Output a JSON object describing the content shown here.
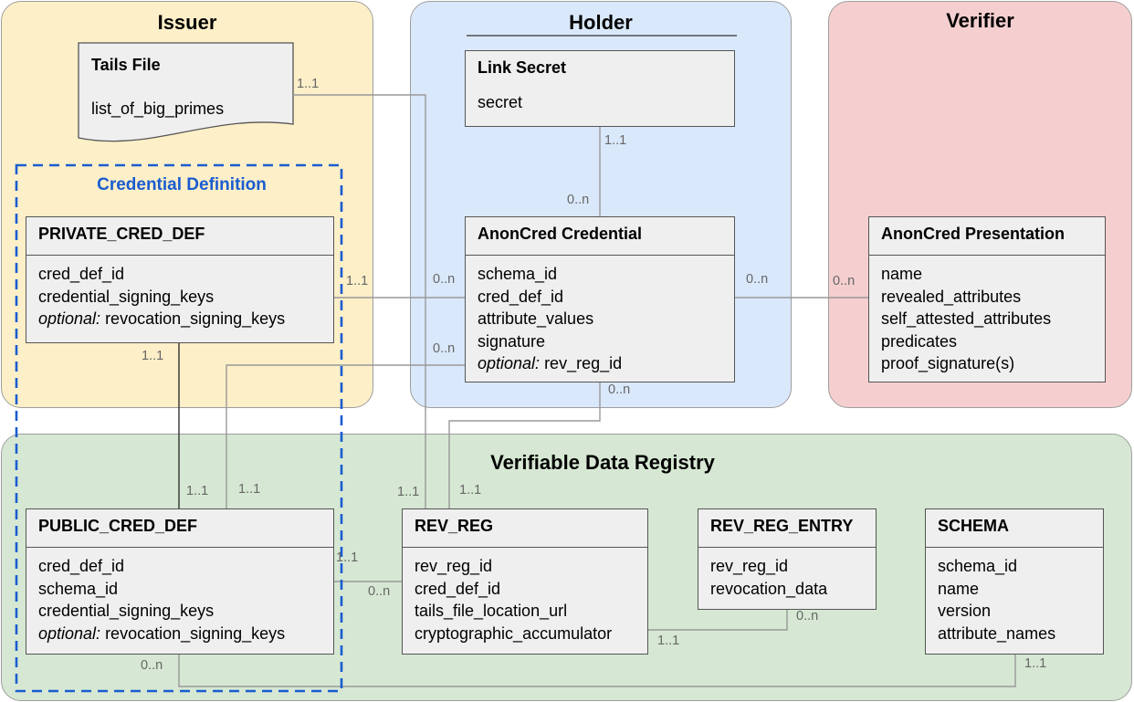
{
  "regions": {
    "issuer": "Issuer",
    "holder": "Holder",
    "verifier": "Verifier",
    "registry": "Verifiable Data Registry",
    "cred_def_group": "Credential Definition"
  },
  "colors": {
    "issuer_bg": "#fdefc8",
    "holder_bg": "#dae8fb",
    "verifier_bg": "#f5cfcf",
    "registry_bg": "#d6e8d3",
    "entity_bg": "#efefef",
    "cred_def_accent": "#1a5cd0"
  },
  "tails_file": {
    "title": "Tails File",
    "field": "list_of_big_primes"
  },
  "link_secret": {
    "title": "Link Secret",
    "fields": [
      "secret"
    ]
  },
  "private_cred_def": {
    "title": "PRIVATE_CRED_DEF",
    "fields": [
      "cred_def_id",
      "credential_signing_keys"
    ],
    "optional_prefix": "optional:",
    "optional_field": " revocation_signing_keys"
  },
  "anoncred_credential": {
    "title": "AnonCred Credential",
    "fields": [
      "schema_id",
      "cred_def_id",
      "attribute_values",
      "signature"
    ],
    "optional_prefix": "optional:",
    "optional_field": " rev_reg_id"
  },
  "anoncred_presentation": {
    "title": "AnonCred Presentation",
    "fields": [
      "name",
      "revealed_attributes",
      "self_attested_attributes",
      "predicates",
      "proof_signature(s)"
    ]
  },
  "public_cred_def": {
    "title": "PUBLIC_CRED_DEF",
    "fields": [
      "cred_def_id",
      "schema_id",
      "credential_signing_keys"
    ],
    "optional_prefix": "optional:",
    "optional_field": " revocation_signing_keys"
  },
  "rev_reg": {
    "title": "REV_REG",
    "fields": [
      "rev_reg_id",
      "cred_def_id",
      "tails_file_location_url",
      "cryptographic_accumulator"
    ]
  },
  "rev_reg_entry": {
    "title": "REV_REG_ENTRY",
    "fields": [
      "rev_reg_id",
      "revocation_data"
    ]
  },
  "schema": {
    "title": "SCHEMA",
    "fields": [
      "schema_id",
      "name",
      "version",
      "attribute_names"
    ]
  },
  "cardinalities": {
    "tails_1": "1..1",
    "link_1": "1..1",
    "link_0n": "0..n",
    "priv_right": "1..1",
    "priv_bottom": "1..1",
    "cred_left_0n_top": "0..n",
    "cred_left_0n_bottom": "0..n",
    "cred_right": "0..n",
    "pres_left": "0..n",
    "cred_bottom": "0..n",
    "pub_top_a": "1..1",
    "pub_top_b": "1..1",
    "pub_right": "1..1",
    "pub_bottom": "0..n",
    "revreg_left": "0..n",
    "revreg_top_a": "1..1",
    "revreg_top_b": "1..1",
    "revreg_right": "1..1",
    "entry_bottom": "0..n",
    "schema_bottom": "1..1"
  }
}
